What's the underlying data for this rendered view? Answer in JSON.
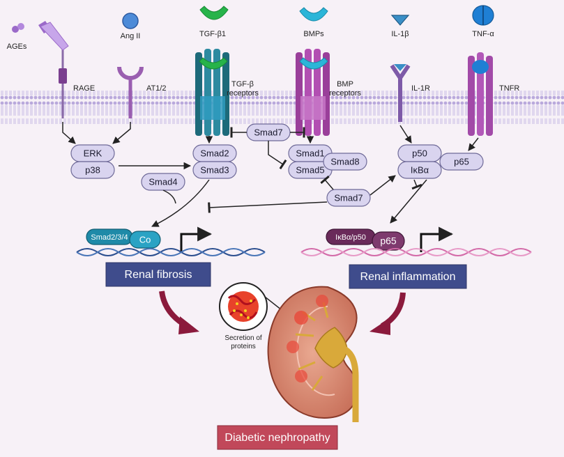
{
  "ligands": {
    "ages": "AGEs",
    "ang2": "Ang II",
    "tgfb1": "TGF-β1",
    "bmps": "BMPs",
    "il1b": "IL-1β",
    "tnfa": "TNF-α"
  },
  "receptors": {
    "rage": "RAGE",
    "at12": "AT1/2",
    "tgfb_line1": "TGF-β",
    "tgfb_line2": "receptors",
    "bmp_line1": "BMP",
    "bmp_line2": "receptors",
    "il1r": "IL-1R",
    "tnfr": "TNFR"
  },
  "nodes": {
    "erk": "ERK",
    "p38": "p38",
    "smad2": "Smad2",
    "smad3": "Smad3",
    "smad4": "Smad4",
    "smad7_top": "Smad7",
    "smad1": "Smad1",
    "smad5": "Smad5",
    "smad8": "Smad8",
    "smad7_mid": "Smad7",
    "p50": "p50",
    "ikba": "IκBα",
    "p65": "p65"
  },
  "complexes": {
    "smad234": "Smad2/3/4",
    "co": "Co",
    "ikba_p50": "IκBα/p50",
    "p65": "p65"
  },
  "outcomes": {
    "fibrosis": "Renal fibrosis",
    "inflammation": "Renal inflammation",
    "secretion_line1": "Secretion of",
    "secretion_line2": "proteins",
    "final": "Diabetic nephropathy"
  },
  "colors": {
    "background": "#f7f1f7",
    "membrane": "#cfc4e4",
    "node_fill": "#d9d4ef",
    "outcome_box": "#3f4c8c",
    "final_box": "#c1485a",
    "arrow_maroon": "#8b1a3c",
    "dna_blue": "#2c4f8f",
    "dna_pink": "#d36aa8",
    "tgf_green": "#27b34a",
    "bmp_cyan": "#2bb5d8",
    "il1_blue": "#3a8fc7",
    "tnf_blue": "#1f7fd4"
  }
}
